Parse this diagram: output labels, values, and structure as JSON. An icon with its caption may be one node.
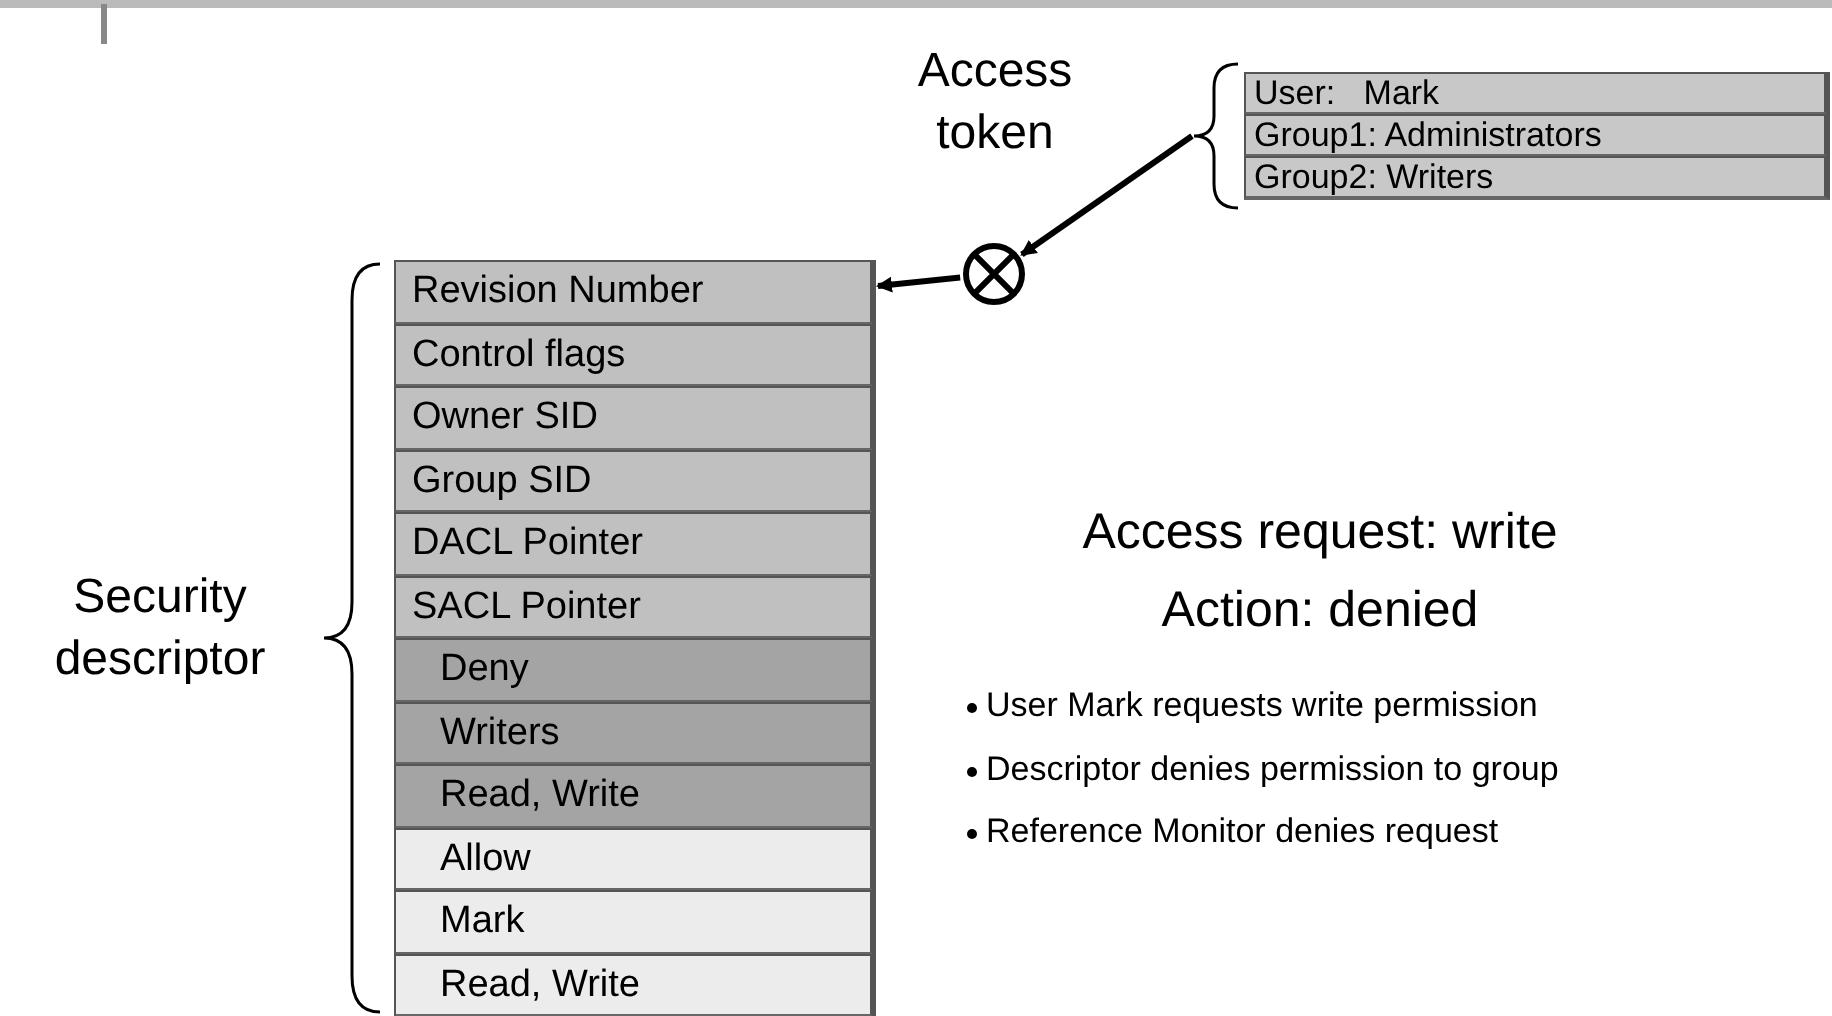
{
  "diagram": {
    "nodes": [
      {
        "text": [
          "User:   Mark",
          "Group1: Administrators",
          "Group2: Writers"
        ],
        "beside": [
          "Access token"
        ]
      },
      {
        "text": [
          "Revision Number",
          "Control flags",
          "Owner SID",
          "Group SID",
          "DACL Pointer",
          "SACL Pointer",
          "Deny",
          "Writers",
          "Read, Write",
          "Allow",
          "Mark",
          "Read, Write"
        ],
        "beside": [
          "Security descriptor"
        ]
      },
      {
        "text": [],
        "shape": "circle"
      }
    ],
    "edges": [
      {
        "from": 0,
        "to": 2,
        "arrow": "to"
      },
      {
        "from": 2,
        "to": 1,
        "arrow": "to"
      }
    ],
    "labels": [
      "Access request: write",
      "Action: denied",
      "User Mark requests write permission",
      "Descriptor denies permission to group",
      "Reference Monitor denies request"
    ]
  }
}
